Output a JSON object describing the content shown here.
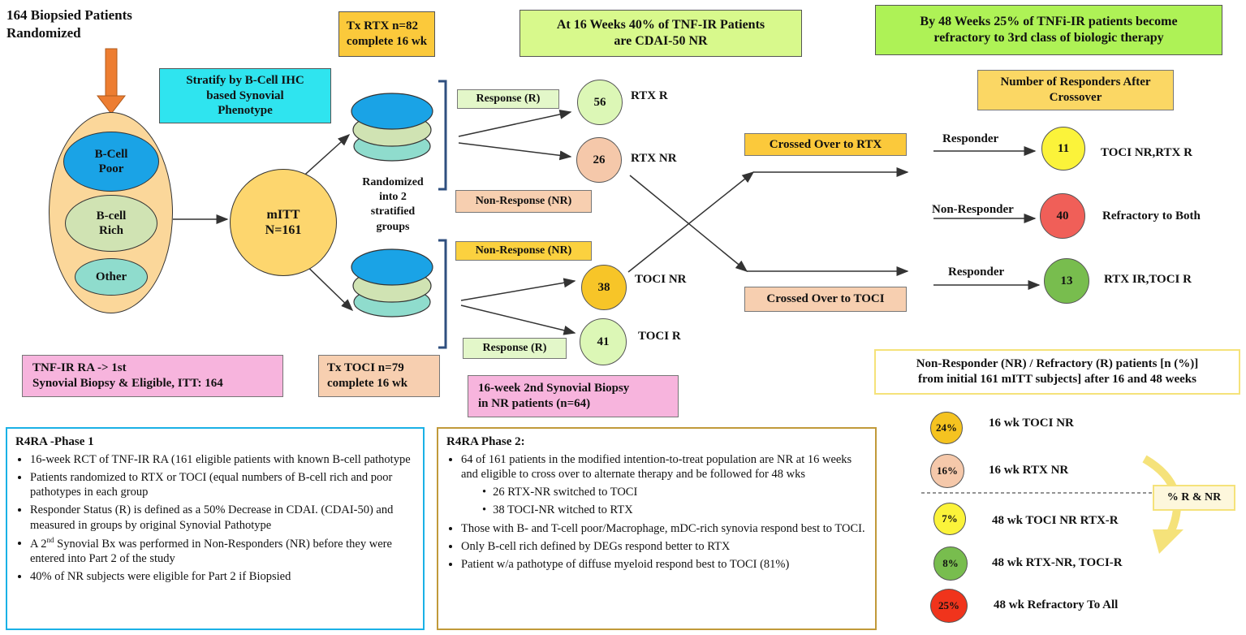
{
  "colors": {
    "orange_arrow": "#ed7d31",
    "ellipse_fill": "#fbd79a",
    "bcell_poor": "#1aa3e6",
    "bcell_rich": "#d0e3b3",
    "other": "#8fdccd",
    "mitt": "#fdd66e",
    "phase1_border": "#1ab1e6",
    "phase2_border": "#c19a3a",
    "bracket": "#2f4f7f"
  },
  "flow": {
    "top_left_title": "164 Biopsied Patients\nRandomized",
    "stratify": "Stratify by B-Cell IHC\nbased Synovial\nPhenotype",
    "tx_rtx": "Tx RTX n=82\ncomplete 16 wk",
    "tx_toci": "Tx TOCI n=79\ncomplete 16 wk",
    "at16": "At 16 Weeks 40% of TNF-IR  Patients\nare CDAI-50 NR",
    "by48": "By 48 Weeks 25% of TNFi-IR  patients become\nrefractory to 3rd class of biologic therapy",
    "bcell_poor": "B-Cell\nPoor",
    "bcell_rich": "B-cell\nRich",
    "other": "Other",
    "mitt": "mITT\nN=161",
    "randomized": "Randomized\ninto 2\nstratified\ngroups",
    "response_r_top": "Response (R)",
    "nonresponse_nr_top": "Non-Response (NR)",
    "nonresponse_nr_bottom": "Non-Response (NR)",
    "response_r_bottom": "Response (R)",
    "tnf_ir": "TNF-IR RA -> 1st\nSynovial Biopsy & Eligible, ITT: 164",
    "second_biopsy": "16-week 2nd Synovial Biopsy\nin NR patients (n=64)",
    "crossed_rtx": "Crossed Over to  RTX",
    "crossed_toci": "Crossed Over to TOCI",
    "num_responders": "Number of Responders After\nCrossover",
    "responder_1": "Responder",
    "non_responder": "Non-Responder",
    "responder_2": "Responder"
  },
  "nodes": {
    "rtx_r": {
      "value": "56",
      "label": "RTX R"
    },
    "rtx_nr": {
      "value": "26",
      "label": "RTX NR"
    },
    "toci_nr": {
      "value": "38",
      "label": "TOCI NR"
    },
    "toci_r": {
      "value": "41",
      "label": "TOCI R"
    },
    "toci_nr_rtx_r": {
      "value": "11",
      "label": "TOCI NR,RTX R"
    },
    "refractory": {
      "value": "40",
      "label": "Refractory to Both"
    },
    "rtx_ir_toci_r": {
      "value": "13",
      "label": "RTX IR,TOCI R"
    }
  },
  "legend": {
    "title": "Non-Responder (NR) / Refractory (R) patients [n (%)]\nfrom initial 161 mITT subjects] after 16 and 48 weeks",
    "pct_tag": "% R & NR",
    "items": [
      {
        "pct": "24%",
        "label": "16 wk TOCI NR",
        "color": "#f5c320"
      },
      {
        "pct": "16%",
        "label": "16 wk RTX NR",
        "color": "#f5c8aa"
      },
      {
        "pct": "7%",
        "label": "48 wk TOCI NR RTX-R",
        "color": "#fbf33a"
      },
      {
        "pct": "8%",
        "label": "48 wk RTX-NR, TOCI-R",
        "color": "#78bd4e"
      },
      {
        "pct": "25%",
        "label": "48 wk Refractory To All",
        "color": "#f0341c"
      }
    ]
  },
  "phase1": {
    "title": "R4RA -Phase 1",
    "bullets": [
      "16-week RCT of TNF-IR RA (161 eligible patients with known B-cell pathotype",
      "Patients randomized to RTX or TOCI (equal numbers of B-cell rich and poor pathotypes in each group",
      "Responder Status (R) is defined as a 50% Decrease in CDAI. (CDAI-50) and measured in groups by original Synovial Pathotype",
      "A 2nd Synovial Bx was performed in Non-Responders (NR) before they were entered into Part 2 of the study",
      "40% of NR subjects were eligible for Part 2 if Biopsied"
    ]
  },
  "phase2": {
    "title": "R4RA Phase 2:",
    "bullets": [
      "64 of 161 patients in the modified intention-to-treat population are NR at 16 weeks and eligible to cross over to alternate therapy and be followed for 48 wks",
      "26 RTX-NR switched to TOCI",
      "38 TOCI-NR witched to RTX",
      "Those with B- and T-cell poor/Macrophage, mDC-rich synovia respond best to TOCI.",
      "Only B-cell rich defined by DEGs respond better to RTX",
      "Patient w/a pathotype of diffuse myeloid respond best to TOCI (81%)"
    ]
  }
}
